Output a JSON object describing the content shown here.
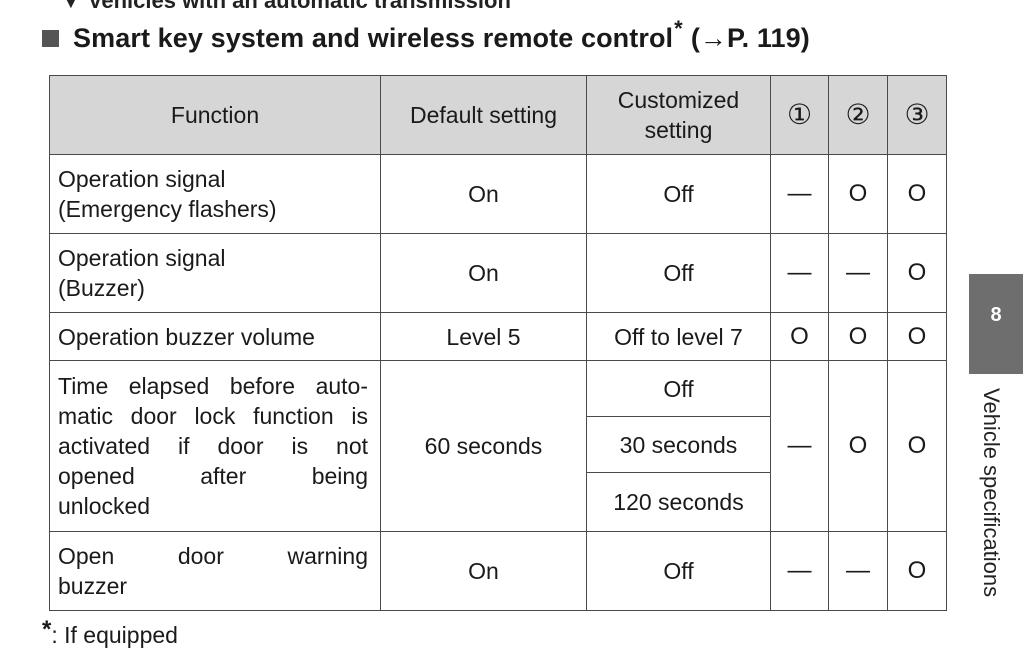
{
  "header_fragment": "▼ Vehicles with an automatic transmission",
  "section": {
    "title": "Smart key system and wireless remote control",
    "asterisk": "*",
    "reference": "(→P. 119)"
  },
  "table": {
    "headers": {
      "function": "Function",
      "default": "Default setting",
      "customized": "Customized setting",
      "col1": "①",
      "col2": "②",
      "col3": "③"
    },
    "rows": [
      {
        "function": "Operation signal (Emergency flashers)",
        "default": "On",
        "custom": "Off",
        "c1": "—",
        "c2": "O",
        "c3": "O"
      },
      {
        "function": "Operation signal (Buzzer)",
        "default": "On",
        "custom": "Off",
        "c1": "—",
        "c2": "—",
        "c3": "O"
      },
      {
        "function": "Operation buzzer volume",
        "default": "Level 5",
        "custom": "Off to level 7",
        "c1": "O",
        "c2": "O",
        "c3": "O"
      },
      {
        "function": "Time elapsed before automatic door lock function is activated if door is not opened after being unlocked",
        "default": "60 seconds",
        "custom_options": [
          "Off",
          "30 seconds",
          "120 seconds"
        ],
        "c1": "—",
        "c2": "O",
        "c3": "O"
      },
      {
        "function": "Open door warning buzzer",
        "default": "On",
        "custom": "Off",
        "c1": "—",
        "c2": "—",
        "c3": "O"
      }
    ],
    "row4_lines": [
      "Time elapsed before auto-",
      "matic door lock function is",
      "activated if door is not",
      "opened after being",
      "unlocked"
    ],
    "row5_lines": [
      "Open door warning",
      "buzzer"
    ]
  },
  "footnote": {
    "asterisk": "*",
    "text": ": If equipped"
  },
  "side_tab": {
    "number": "8",
    "label": "Vehicle specifications"
  }
}
